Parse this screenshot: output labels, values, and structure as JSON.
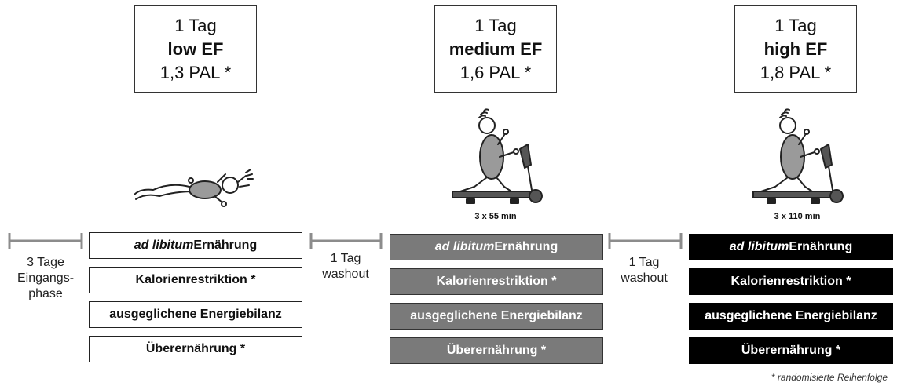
{
  "conditions": [
    {
      "duration": "1 Tag",
      "name": "low EF",
      "pal": "1,3 PAL *"
    },
    {
      "duration": "1 Tag",
      "name": "medium EF",
      "pal": "1,6 PAL *"
    },
    {
      "duration": "1 Tag",
      "name": "high EF",
      "pal": "1,8 PAL *"
    }
  ],
  "exercise_durations": [
    "3 x 55 min",
    "3 x 110 min"
  ],
  "diets": [
    {
      "lead": "ad libitum",
      "rest": " Ernährung"
    },
    {
      "lead": "",
      "rest": "Kalorienrestriktion *"
    },
    {
      "lead": "",
      "rest": "ausgeglichene Energiebilanz"
    },
    {
      "lead": "",
      "rest": "Überernährung *"
    }
  ],
  "phases": {
    "entry": [
      "3 Tage",
      "Eingangs-",
      "phase"
    ],
    "washout": [
      "1 Tag",
      "washout"
    ]
  },
  "footnote": "* randomisierte Reihenfolge",
  "colors": {
    "low": "#ffffff",
    "medium": "#7a7a7a",
    "high": "#000000",
    "line": "#8c8c8c"
  }
}
